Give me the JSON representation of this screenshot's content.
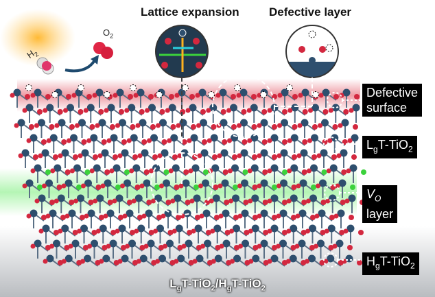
{
  "titles": {
    "left": "Lattice expansion",
    "right": "Defective layer"
  },
  "molecules": {
    "h2": {
      "base": "H",
      "sub": "2"
    },
    "o2": {
      "base": "O",
      "sub": "2"
    }
  },
  "side_labels": {
    "defective_surface_1": "Defective",
    "defective_surface_2": "surface",
    "lgt": {
      "a": "L",
      "b": "g",
      "c": "T-TiO",
      "d": "2"
    },
    "vo": {
      "a": "V",
      "b": "O"
    },
    "vo_layer": "layer",
    "hgt": {
      "a": "H",
      "b": "g",
      "c": "T-TiO",
      "d": "2"
    }
  },
  "bottom": {
    "a": "L",
    "b": "g",
    "c": "T-TiO",
    "d": "2",
    "e": "/H",
    "f": "g",
    "g": "T-TiO",
    "h": "2"
  },
  "colors": {
    "ti": "#2e4f6e",
    "o": "#d3283f",
    "vacancy": "#3cd23c",
    "surface_glow": "#e04a5a",
    "vo_glow": "#8cf08c"
  }
}
